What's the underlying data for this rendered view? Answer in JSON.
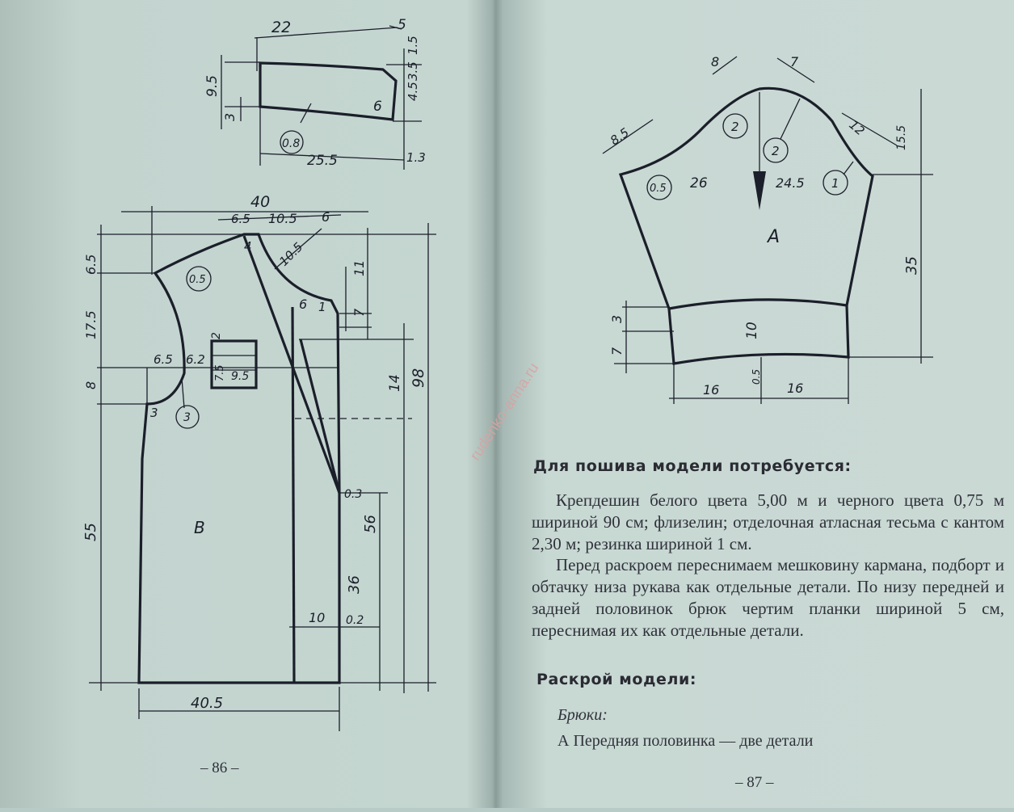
{
  "left_page": {
    "page_number": "– 86 –",
    "collar_piece": {
      "dimensions": [
        "22",
        "5",
        "9.5",
        "3",
        "3.5",
        "1.5",
        "4.5",
        "25.5",
        "1.3"
      ],
      "circled_value": "0.8",
      "corner_label": "6"
    },
    "bodice_piece": {
      "piece_letter": "В",
      "dimensions": [
        "40",
        "6.5",
        "10.5",
        "6",
        "6.5",
        "17.5",
        "10.5",
        "11",
        "7",
        "6",
        "1",
        "2",
        "7.5",
        "9.5",
        "6.5",
        "6.2",
        "8",
        "3",
        "14",
        "98",
        "55",
        "0.3",
        "56",
        "36",
        "10",
        "0.2",
        "40.5",
        "4"
      ],
      "circled_values": [
        "0.5",
        "3"
      ]
    }
  },
  "right_page": {
    "page_number": "– 87 –",
    "sleeve_piece": {
      "piece_letter": "А",
      "dimensions": [
        "8",
        "7",
        "8.5",
        "12",
        "15.5",
        "26",
        "24.5",
        "35",
        "3",
        "7",
        "10",
        "16",
        "0.5",
        "16"
      ],
      "circled_values": [
        "2",
        "2",
        "0.5",
        "1"
      ]
    },
    "materials_heading": "Для пошива модели потребуется:",
    "materials_paragraphs": [
      "Крепдешин белого цвета 5,00 м и черного цвета 0,75 м шириной 90 см; флизелин; отделочная атласная тесьма с кантом 2,30 м; резинка шириной 1 см.",
      "Перед раскроем переснимаем мешковину кармана, подборт и обтачку низа рукава как отдельные детали. По низу передней и задней половинок брюк чертим планки шириной 5 см, переснимая их как отдельные детали."
    ],
    "cutting_heading": "Раскрой модели:",
    "cutting_subheading": "Брюки:",
    "cutting_item_letter": "А",
    "cutting_item_text": "Передняя половинка — две детали"
  },
  "watermark": "rudenko-anna.ru"
}
